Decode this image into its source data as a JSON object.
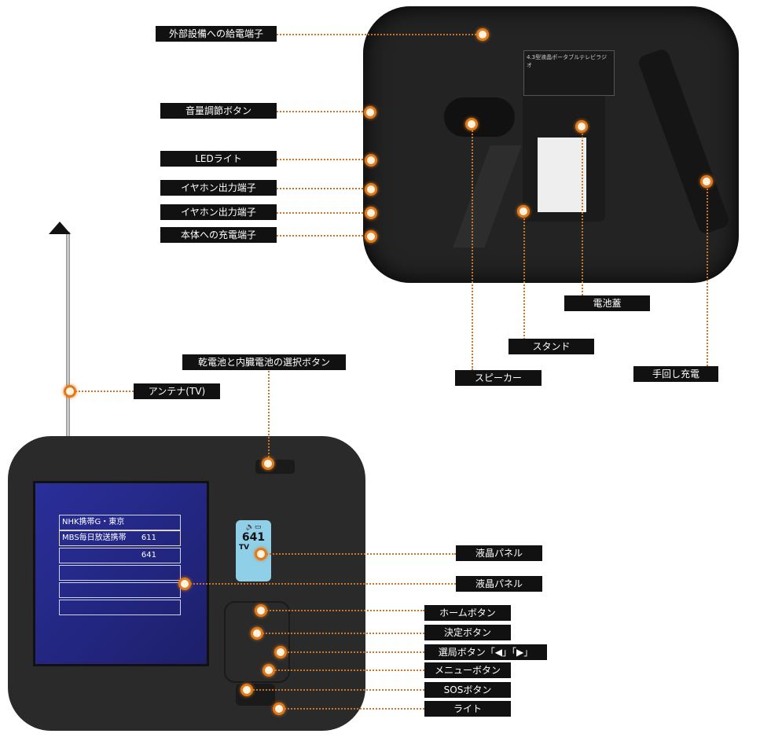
{
  "back_callouts": [
    {
      "label": "外部設備への給電端子"
    },
    {
      "label": "音量調節ボタン"
    },
    {
      "label": "LEDライト"
    },
    {
      "label": "イヤホン出力端子"
    },
    {
      "label": "イヤホン出力端子"
    },
    {
      "label": "本体への充電端子"
    },
    {
      "label": "電池蓋"
    },
    {
      "label": "スタンド"
    },
    {
      "label": "スピーカー"
    },
    {
      "label": "手回し充電"
    }
  ],
  "front_callouts": [
    {
      "label": "乾電池と内臓電池の選択ボタン"
    },
    {
      "label": "アンテナ(TV)"
    },
    {
      "label": "液晶パネル"
    },
    {
      "label": "液晶パネル"
    },
    {
      "label": "ホームボタン"
    },
    {
      "label": "決定ボタン"
    },
    {
      "label": "選局ボタン「◀」「▶」"
    },
    {
      "label": "メニューボタン"
    },
    {
      "label": "SOSボタン"
    },
    {
      "label": "ライト"
    }
  ],
  "sticker_title": "4.3型液晶ポータブルテレビラジオ",
  "screen_rows": [
    {
      "name": "NHK携帯G・東京",
      "num": ""
    },
    {
      "name": "MBS毎日放送携帯",
      "num": "611"
    },
    {
      "name": "",
      "num": "641"
    }
  ],
  "lcd": {
    "digits": "641",
    "mode": "TV"
  },
  "accent_color": "#e07a1c"
}
